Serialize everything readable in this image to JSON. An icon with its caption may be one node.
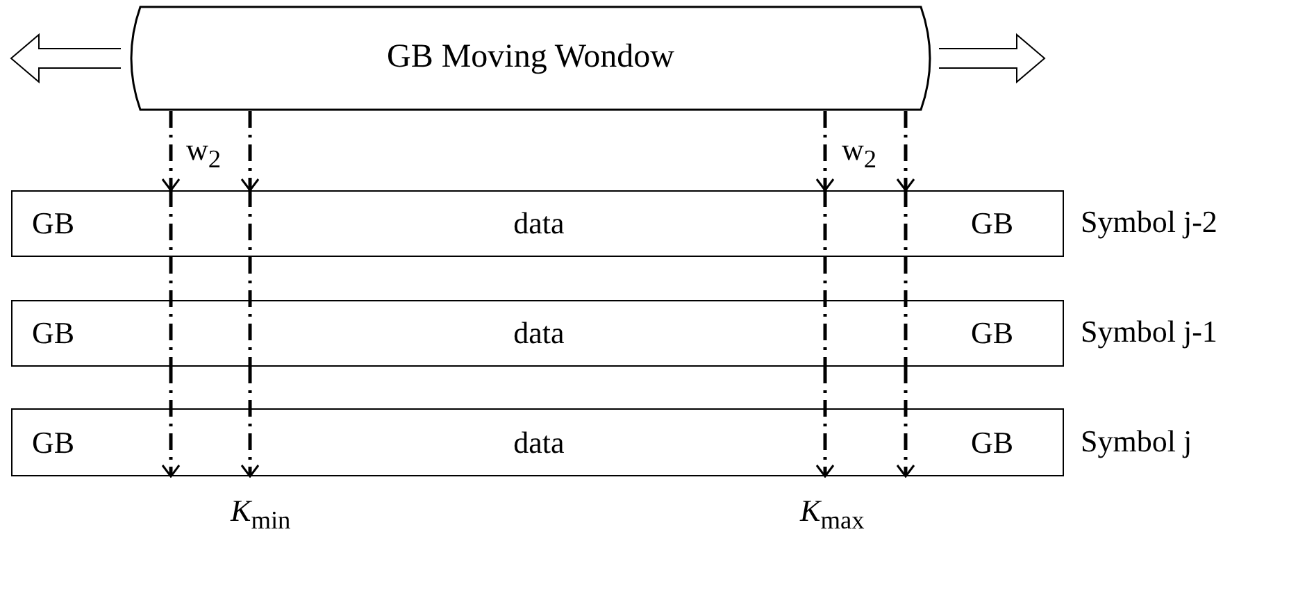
{
  "diagram": {
    "nodes": [
      {
        "text": [
          "GB Moving Wondow"
        ]
      },
      {
        "text": [
          "GB",
          "data",
          "GB"
        ],
        "beside": [
          "Symbol j-2"
        ]
      },
      {
        "text": [
          "GB",
          "data",
          "GB"
        ],
        "beside": [
          "Symbol j-1"
        ]
      },
      {
        "text": [
          "GB",
          "data",
          "GB"
        ],
        "beside": [
          "Symbol j"
        ]
      }
    ],
    "edges": [
      {
        "from": 0,
        "to": 1,
        "arrow": "to",
        "style": "dashed"
      },
      {
        "from": 0,
        "to": 1,
        "arrow": "to",
        "style": "dashed"
      },
      {
        "from": 0,
        "to": 1,
        "arrow": "to",
        "style": "dashed"
      },
      {
        "from": 0,
        "to": 1,
        "arrow": "to",
        "style": "dashed"
      },
      {
        "from": 1,
        "to": 2,
        "arrow": "none",
        "style": "dashed"
      },
      {
        "from": 1,
        "to": 2,
        "arrow": "none",
        "style": "dashed"
      },
      {
        "from": 1,
        "to": 2,
        "arrow": "none",
        "style": "dashed"
      },
      {
        "from": 1,
        "to": 2,
        "arrow": "none",
        "style": "dashed"
      },
      {
        "from": 2,
        "to": 3,
        "arrow": "to",
        "style": "dashed"
      },
      {
        "from": 2,
        "to": 3,
        "arrow": "to",
        "style": "dashed"
      },
      {
        "from": 2,
        "to": 3,
        "arrow": "to",
        "style": "dashed"
      },
      {
        "from": 2,
        "to": 3,
        "arrow": "to",
        "style": "dashed"
      }
    ],
    "labels": [
      "w$_{2}$",
      "w$_{2}$",
      "*K*$_{min}$",
      "*K*$_{max}$"
    ]
  }
}
